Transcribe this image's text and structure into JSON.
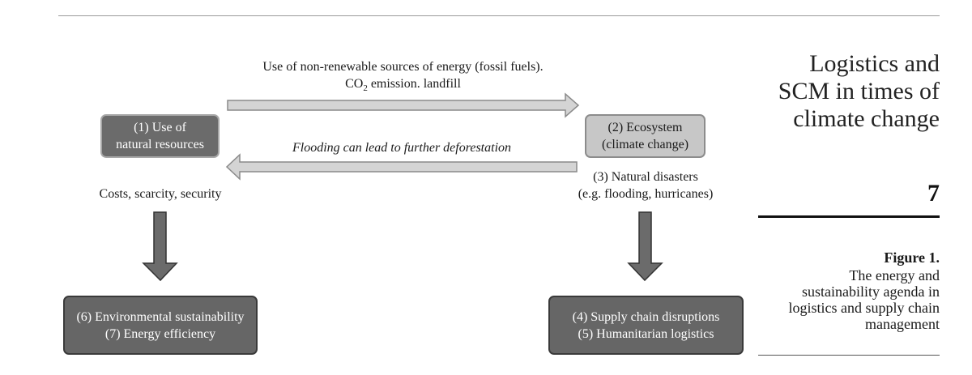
{
  "diagram": {
    "top_arrow_label_line1": "Use of non-renewable sources of energy (fossil fuels).",
    "top_arrow_label_co": "CO",
    "top_arrow_label_sub": "2",
    "top_arrow_label_rest": " emission. landfill",
    "bottom_arrow_label": "Flooding can lead to further deforestation",
    "box1_line1": "(1) Use of",
    "box1_line2": "natural resources",
    "box2_line1": "(2) Ecosystem",
    "box2_line2": "(climate change)",
    "left_caption": "Costs, scarcity, security",
    "right_caption_line1": "(3) Natural disasters",
    "right_caption_line2": "(e.g. flooding, hurricanes)",
    "box6_line1": "(6) Environmental sustainability",
    "box6_line2": "(7) Energy efficiency",
    "box4_line1": "(4) Supply chain disruptions",
    "box4_line2": "(5) Humanitarian logistics"
  },
  "sidebar": {
    "title_line1": "Logistics and",
    "title_line2": "SCM in times of",
    "title_line3": "climate change",
    "page_number": "7",
    "figure_label": "Figure 1.",
    "caption_line1": "The energy and",
    "caption_line2": "sustainability agenda in",
    "caption_line3": "logistics and supply chain",
    "caption_line4": "management"
  }
}
